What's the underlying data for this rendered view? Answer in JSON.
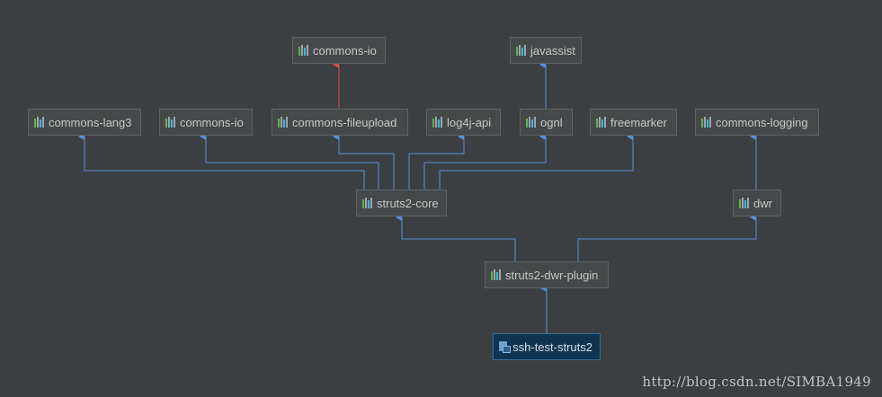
{
  "colors": {
    "background": "#3c3f41",
    "edge_blue": "#5b8fd3",
    "edge_red": "#d25252"
  },
  "nodes": {
    "commons_io_top": "commons-io",
    "javassist": "javassist",
    "commons_lang3": "commons-lang3",
    "commons_io": "commons-io",
    "commons_fileupload": "commons-fileupload",
    "log4j_api": "log4j-api",
    "ognl": "ognl",
    "freemarker": "freemarker",
    "commons_logging": "commons-logging",
    "struts2_core": "struts2-core",
    "dwr": "dwr",
    "struts2_dwr_plugin": "struts2-dwr-plugin",
    "ssh_test_struts2": "ssh-test-struts2"
  },
  "icons": {
    "library": "library-icon",
    "module": "module-icon"
  },
  "watermark": "http://blog.csdn.net/SIMBA1949"
}
